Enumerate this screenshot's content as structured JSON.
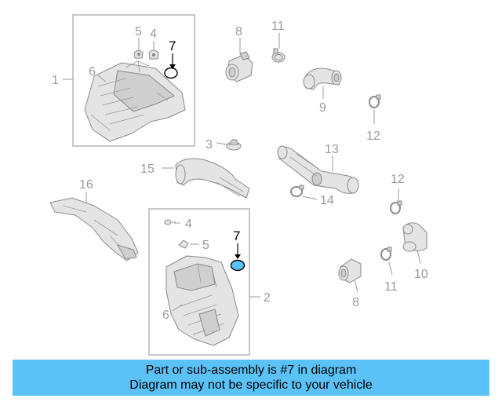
{
  "diagram": {
    "callouts": {
      "c1": "1",
      "c2": "2",
      "c3": "3",
      "c4a": "4",
      "c4b": "4",
      "c5a": "5",
      "c5b": "5",
      "c6a": "6",
      "c6b": "6",
      "c7a": "7",
      "c7b": "7",
      "c8a": "8",
      "c8b": "8",
      "c9": "9",
      "c10": "10",
      "c11a": "11",
      "c11b": "11",
      "c12a": "12",
      "c12b": "12",
      "c13": "13",
      "c14": "14",
      "c15": "15",
      "c16": "16"
    },
    "highlight_color": "#5bc2f7"
  },
  "banner": {
    "line1": "Part or sub-assembly is #7 in diagram",
    "line2": "Diagram may not be specific to your vehicle",
    "color": "#5bc2f7"
  }
}
